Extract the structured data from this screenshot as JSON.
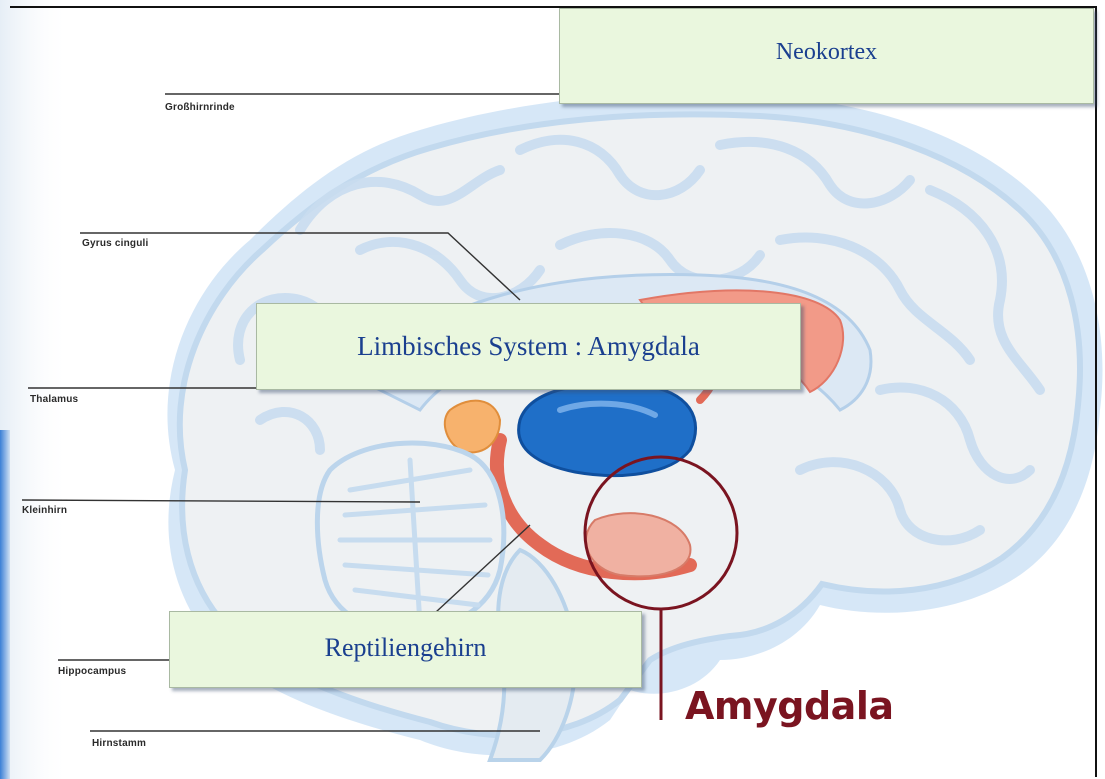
{
  "labels": {
    "grosshirnrinde": "Großhirnrinde",
    "gyrus_cinguli": "Gyrus cinguli",
    "thalamus": "Thalamus",
    "kleinhirn": "Kleinhirn",
    "hippocampus": "Hippocampus",
    "hirnstamm": "Hirnstamm"
  },
  "callouts": {
    "neokortex": "Neokortex",
    "limbisch": "Limbisches System : Amygdala",
    "reptilien": "Reptiliengehirn"
  },
  "highlight": {
    "label": "Amygdala",
    "color": "#7a1420"
  },
  "colors": {
    "callout_fill": "#eaf7de",
    "callout_text": "#1a3f8f",
    "brain_fill": "#eef1f3",
    "brain_shadow": "#bcd8f2",
    "thalamus_blue": "#1f6fc8",
    "limbic_red": "#e8705f"
  }
}
